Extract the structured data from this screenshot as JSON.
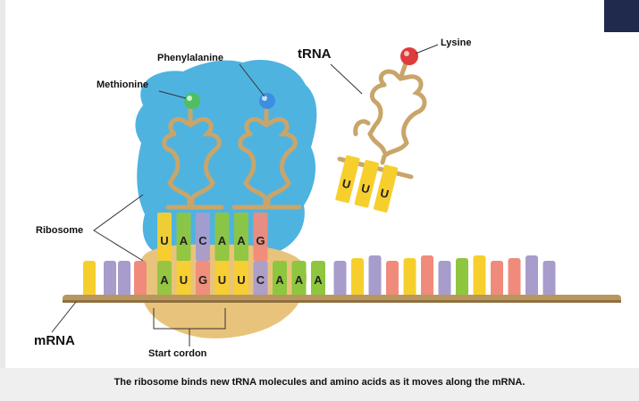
{
  "labels": {
    "trna": "tRNA",
    "lysine": "Lysine",
    "phenylalanine": "Phenylalanine",
    "methionine": "Methionine",
    "ribosome": "Ribosome",
    "mrna": "mRNA",
    "start_codon": "Start cordon"
  },
  "anticodon_free": [
    "U",
    "U",
    "U"
  ],
  "anticodon_bound": [
    "U",
    "A",
    "C",
    "A",
    "A",
    "G"
  ],
  "mrna_codons": [
    "A",
    "U",
    "G",
    "U",
    "U",
    "C",
    "A",
    "A",
    "A"
  ],
  "caption": "The ribosome binds new tRNA molecules and amino acids as it moves along the mRNA.",
  "colors": {
    "A": "#8ec63f",
    "U": "#f7cf2d",
    "G": "#f08b7b",
    "C": "#a79ccc",
    "ribosome_large": "#4fb3e0",
    "ribosome_small": "#e8c37b",
    "trna_body": "#c9a56a",
    "backbone": "#b8965e",
    "methionine": "#4fbf5f",
    "phenylalanine": "#3c8fe0",
    "lysine": "#e03b3b",
    "navy": "#1f2a4d"
  }
}
